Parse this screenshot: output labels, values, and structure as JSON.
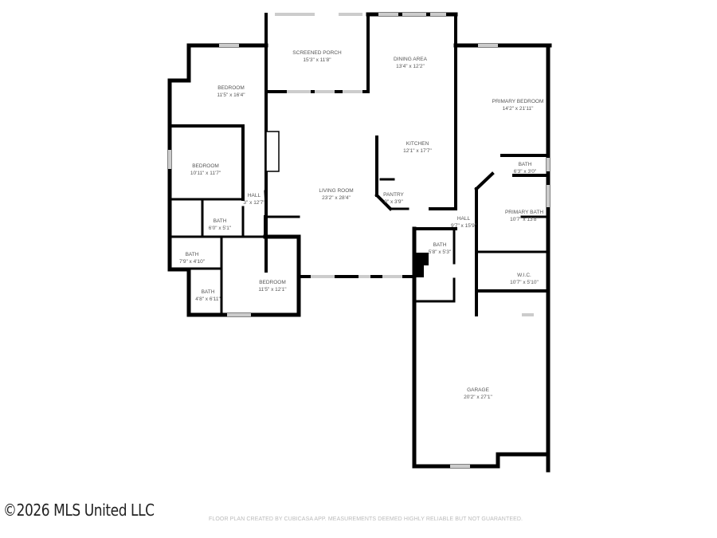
{
  "rooms": [
    {
      "name": "SCREENED PORCH",
      "dim": "15'3\" x 11'8\""
    },
    {
      "name": "DINING AREA",
      "dim": "13'4\" x 12'2\""
    },
    {
      "name": "BEDROOM",
      "dim": "11'5\" x 16'4\""
    },
    {
      "name": "PRIMARY BEDROOM",
      "dim": "14'2\" x 21'11\""
    },
    {
      "name": "KITCHEN",
      "dim": "12'1\" x 17'7\""
    },
    {
      "name": "BEDROOM",
      "dim": "10'11\" x 11'7\""
    },
    {
      "name": "BATH",
      "dim": "6'3\" x 3'0\""
    },
    {
      "name": "LIVING ROOM",
      "dim": "23'2\" x 28'4\""
    },
    {
      "name": "HALL",
      "dim": "3\" x 12'7\""
    },
    {
      "name": "PANTRY",
      "dim": "0\" x 3'9\""
    },
    {
      "name": "PRIMARY BATH",
      "dim": "10'7\" x 13'8\""
    },
    {
      "name": "HALL",
      "dim": "9'7\" x 15'9\""
    },
    {
      "name": "BATH",
      "dim": "6'0\" x 5'1\""
    },
    {
      "name": "BATH",
      "dim": "5'8\" x 5'3\""
    },
    {
      "name": "BATH",
      "dim": "7'9\" x 4'10\""
    },
    {
      "name": "W.I.C.",
      "dim": "10'7\" x 5'10\""
    },
    {
      "name": "BEDROOM",
      "dim": "11'5\" x 12'1\""
    },
    {
      "name": "BATH",
      "dim": "4'8\" x 6'11\""
    },
    {
      "name": "GARAGE",
      "dim": "20'2\" x 27'1\""
    }
  ],
  "footer": {
    "copyright": "©2026 MLS United LLC",
    "credit": "FLOOR PLAN CREATED BY CUBICASA APP. MEASUREMENTS DEEMED HIGHLY RELIABLE BUT NOT GUARANTEED."
  },
  "colors": {
    "wall": "#000000",
    "window": "#cccccc",
    "text": "#555555"
  }
}
